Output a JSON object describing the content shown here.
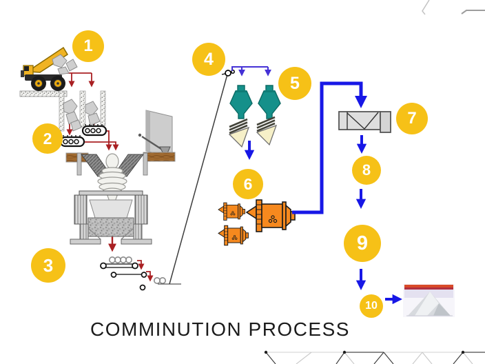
{
  "title": "COMMINUTION PROCESS",
  "steps": [
    {
      "label": "1"
    },
    {
      "label": "2"
    },
    {
      "label": "3"
    },
    {
      "label": "4"
    },
    {
      "label": "5"
    },
    {
      "label": "6"
    },
    {
      "label": "7"
    },
    {
      "label": "8"
    },
    {
      "label": "9"
    },
    {
      "label": "10"
    }
  ],
  "colors": {
    "badge_yellow": "#F6C117",
    "badge_text": "#FFFFFF",
    "flow_blue_thick": "#1717E6",
    "flow_blue_thin": "#4431D6",
    "material_flow_red": "#A92023",
    "cyclone_teal": "#15908A",
    "mill_orange": "#F6891E",
    "title_text": "#1B1B1B"
  },
  "icons": {
    "step_1": "haul-truck-icon",
    "step_2": "apron-feeder-icon",
    "step_3": "gyratory-crusher-icon",
    "step_4": "incline-conveyor-icon",
    "step_5": "hydrocyclone-icon",
    "step_6": "ball-mill-icon",
    "step_7": "separator-cell-icon",
    "step_10": "product-stockpile-icon"
  }
}
